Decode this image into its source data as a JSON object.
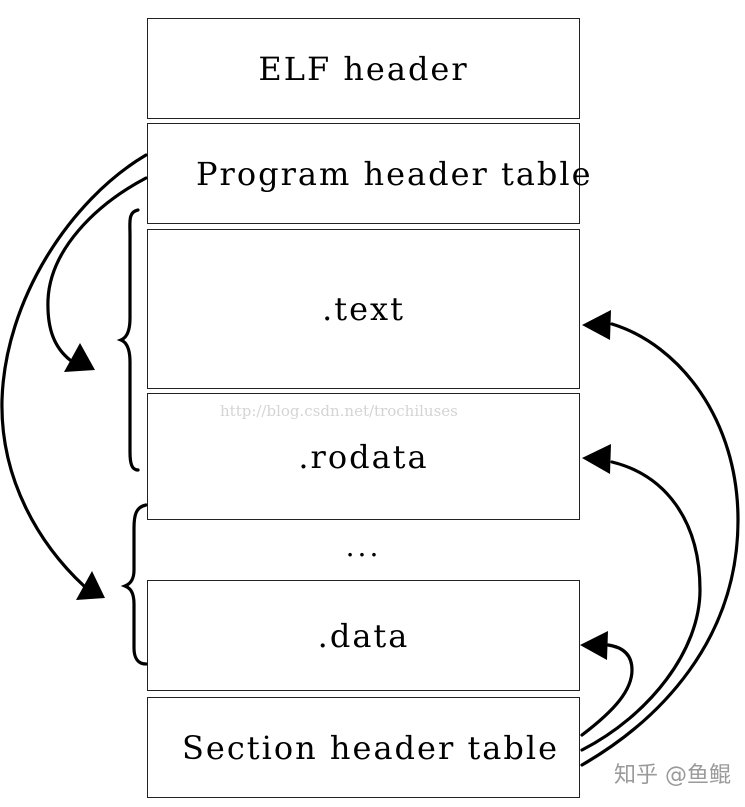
{
  "sections": {
    "elf_header": "ELF header",
    "program_header_table": "Program header table",
    "text": ".text",
    "rodata": ".rodata",
    "ellipsis": "...",
    "data": ".data",
    "section_header_table": "Section header table"
  },
  "watermark": "http://blog.csdn.net/trochiluses",
  "corner_watermark": "知乎 @鱼鲲"
}
